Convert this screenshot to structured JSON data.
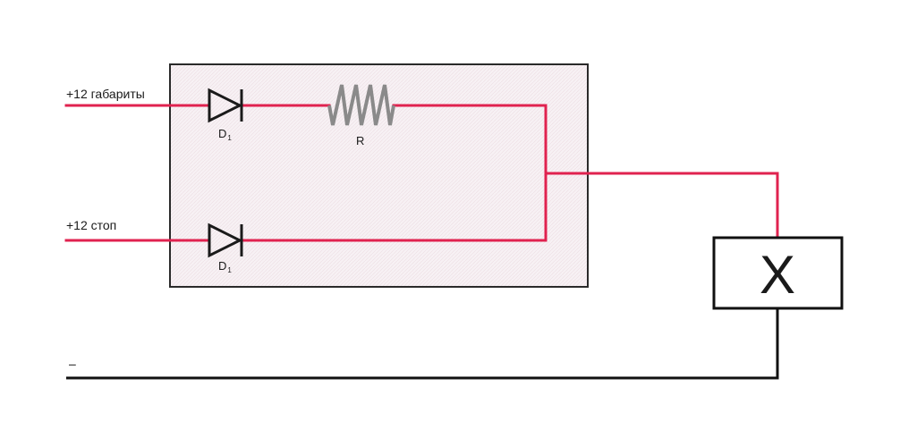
{
  "inputs": {
    "parking": "+12 габариты",
    "stop": "+12 стоп",
    "ground": "–"
  },
  "components": {
    "diode_top": {
      "letter": "D",
      "sub": "1"
    },
    "diode_bottom": {
      "letter": "D",
      "sub": "1"
    },
    "resistor": "R",
    "lamp": "X"
  },
  "colors": {
    "wire_positive": "#e0224f",
    "wire_ground": "#111111",
    "module_fill": "#f6eff2",
    "module_border": "#2a2a2a",
    "resistor": "#8a8a8a",
    "diode": "#1a1a1a"
  }
}
